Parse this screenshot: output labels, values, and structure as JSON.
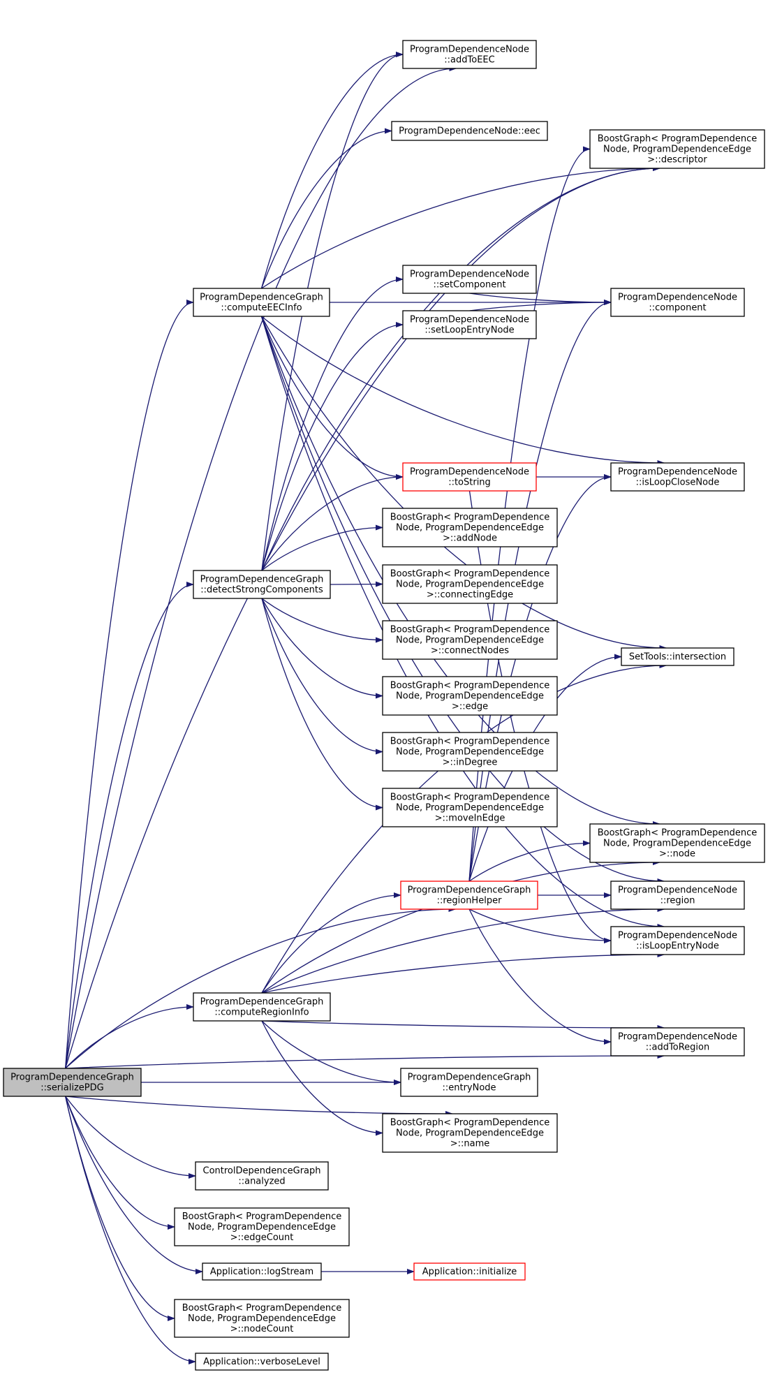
{
  "colors": {
    "edge": "#191970",
    "border": "#000000",
    "border_highlight": "#ff0000",
    "fill": "#ffffff",
    "fill_root": "#bfbfbf",
    "text": "#000000"
  },
  "nodes": [
    {
      "id": "serializePDG",
      "lines": [
        "ProgramDependenceGraph",
        "::serializePDG"
      ],
      "style": "root"
    },
    {
      "id": "computeEECInfo",
      "lines": [
        "ProgramDependenceGraph",
        "::computeEECInfo"
      ],
      "style": "normal"
    },
    {
      "id": "detectStrongComponents",
      "lines": [
        "ProgramDependenceGraph",
        "::detectStrongComponents"
      ],
      "style": "normal"
    },
    {
      "id": "computeRegionInfo",
      "lines": [
        "ProgramDependenceGraph",
        "::computeRegionInfo"
      ],
      "style": "normal"
    },
    {
      "id": "cdgAnalyzed",
      "lines": [
        "ControlDependenceGraph",
        "::analyzed"
      ],
      "style": "normal"
    },
    {
      "id": "edgeCount",
      "lines": [
        "BoostGraph< ProgramDependence",
        "Node, ProgramDependenceEdge",
        ">::edgeCount"
      ],
      "style": "normal"
    },
    {
      "id": "logStream",
      "lines": [
        "Application::logStream"
      ],
      "style": "normal"
    },
    {
      "id": "nodeCount",
      "lines": [
        "BoostGraph< ProgramDependence",
        "Node, ProgramDependenceEdge",
        ">::nodeCount"
      ],
      "style": "normal"
    },
    {
      "id": "verboseLevel",
      "lines": [
        "Application::verboseLevel"
      ],
      "style": "normal"
    },
    {
      "id": "addToEEC",
      "lines": [
        "ProgramDependenceNode",
        "::addToEEC"
      ],
      "style": "normal"
    },
    {
      "id": "eec",
      "lines": [
        "ProgramDependenceNode::eec"
      ],
      "style": "normal"
    },
    {
      "id": "setComponent",
      "lines": [
        "ProgramDependenceNode",
        "::setComponent"
      ],
      "style": "normal"
    },
    {
      "id": "setLoopEntryNode",
      "lines": [
        "ProgramDependenceNode",
        "::setLoopEntryNode"
      ],
      "style": "normal"
    },
    {
      "id": "toString",
      "lines": [
        "ProgramDependenceNode",
        "::toString"
      ],
      "style": "highlight"
    },
    {
      "id": "addNode",
      "lines": [
        "BoostGraph< ProgramDependence",
        "Node, ProgramDependenceEdge",
        ">::addNode"
      ],
      "style": "normal"
    },
    {
      "id": "connectingEdge",
      "lines": [
        "BoostGraph< ProgramDependence",
        "Node, ProgramDependenceEdge",
        ">::connectingEdge"
      ],
      "style": "normal"
    },
    {
      "id": "connectNodes",
      "lines": [
        "BoostGraph< ProgramDependence",
        "Node, ProgramDependenceEdge",
        ">::connectNodes"
      ],
      "style": "normal"
    },
    {
      "id": "edge",
      "lines": [
        "BoostGraph< ProgramDependence",
        "Node, ProgramDependenceEdge",
        ">::edge"
      ],
      "style": "normal"
    },
    {
      "id": "inDegree",
      "lines": [
        "BoostGraph< ProgramDependence",
        "Node, ProgramDependenceEdge",
        ">::inDegree"
      ],
      "style": "normal"
    },
    {
      "id": "moveInEdge",
      "lines": [
        "BoostGraph< ProgramDependence",
        "Node, ProgramDependenceEdge",
        ">::moveInEdge"
      ],
      "style": "normal"
    },
    {
      "id": "regionHelper",
      "lines": [
        "ProgramDependenceGraph",
        "::regionHelper"
      ],
      "style": "highlight"
    },
    {
      "id": "entryNode",
      "lines": [
        "ProgramDependenceGraph",
        "::entryNode"
      ],
      "style": "normal"
    },
    {
      "id": "name",
      "lines": [
        "BoostGraph< ProgramDependence",
        "Node, ProgramDependenceEdge",
        ">::name"
      ],
      "style": "normal"
    },
    {
      "id": "initialize",
      "lines": [
        "Application::initialize"
      ],
      "style": "highlight"
    },
    {
      "id": "descriptor",
      "lines": [
        "BoostGraph< ProgramDependence",
        "Node, ProgramDependenceEdge",
        ">::descriptor"
      ],
      "style": "normal"
    },
    {
      "id": "component",
      "lines": [
        "ProgramDependenceNode",
        "::component"
      ],
      "style": "normal"
    },
    {
      "id": "isLoopCloseNode",
      "lines": [
        "ProgramDependenceNode",
        "::isLoopCloseNode"
      ],
      "style": "normal"
    },
    {
      "id": "intersection",
      "lines": [
        "SetTools::intersection"
      ],
      "style": "normal"
    },
    {
      "id": "node",
      "lines": [
        "BoostGraph< ProgramDependence",
        "Node, ProgramDependenceEdge",
        ">::node"
      ],
      "style": "normal"
    },
    {
      "id": "region",
      "lines": [
        "ProgramDependenceNode",
        "::region"
      ],
      "style": "normal"
    },
    {
      "id": "isLoopEntryNode",
      "lines": [
        "ProgramDependenceNode",
        "::isLoopEntryNode"
      ],
      "style": "normal"
    },
    {
      "id": "addToRegion",
      "lines": [
        "ProgramDependenceNode",
        "::addToRegion"
      ],
      "style": "normal"
    }
  ],
  "edges": [
    [
      "serializePDG",
      "descriptor"
    ],
    [
      "serializePDG",
      "computeEECInfo"
    ],
    [
      "serializePDG",
      "detectStrongComponents"
    ],
    [
      "serializePDG",
      "regionHelper"
    ],
    [
      "serializePDG",
      "computeRegionInfo"
    ],
    [
      "serializePDG",
      "entryNode"
    ],
    [
      "serializePDG",
      "name"
    ],
    [
      "serializePDG",
      "addToRegion"
    ],
    [
      "serializePDG",
      "cdgAnalyzed"
    ],
    [
      "serializePDG",
      "edgeCount"
    ],
    [
      "serializePDG",
      "logStream"
    ],
    [
      "serializePDG",
      "nodeCount"
    ],
    [
      "serializePDG",
      "verboseLevel"
    ],
    [
      "serializePDG",
      "addToEEC"
    ],
    [
      "computeEECInfo",
      "addToEEC"
    ],
    [
      "computeEECInfo",
      "descriptor"
    ],
    [
      "computeEECInfo",
      "eec"
    ],
    [
      "computeEECInfo",
      "component"
    ],
    [
      "computeEECInfo",
      "isLoopCloseNode"
    ],
    [
      "computeEECInfo",
      "toString"
    ],
    [
      "computeEECInfo",
      "intersection"
    ],
    [
      "computeEECInfo",
      "node"
    ],
    [
      "computeEECInfo",
      "region"
    ],
    [
      "computeEECInfo",
      "isLoopEntryNode"
    ],
    [
      "detectStrongComponents",
      "descriptor"
    ],
    [
      "detectStrongComponents",
      "addToEEC"
    ],
    [
      "detectStrongComponents",
      "setComponent"
    ],
    [
      "detectStrongComponents",
      "setLoopEntryNode"
    ],
    [
      "detectStrongComponents",
      "toString"
    ],
    [
      "detectStrongComponents",
      "addNode"
    ],
    [
      "detectStrongComponents",
      "connectingEdge"
    ],
    [
      "detectStrongComponents",
      "connectNodes"
    ],
    [
      "detectStrongComponents",
      "edge"
    ],
    [
      "detectStrongComponents",
      "inDegree"
    ],
    [
      "detectStrongComponents",
      "moveInEdge"
    ],
    [
      "computeRegionInfo",
      "regionHelper"
    ],
    [
      "computeRegionInfo",
      "entryNode"
    ],
    [
      "computeRegionInfo",
      "name"
    ],
    [
      "computeRegionInfo",
      "addToRegion"
    ],
    [
      "computeRegionInfo",
      "node"
    ],
    [
      "computeRegionInfo",
      "region"
    ],
    [
      "computeRegionInfo",
      "isLoopEntryNode"
    ],
    [
      "computeRegionInfo",
      "intersection"
    ],
    [
      "regionHelper",
      "descriptor"
    ],
    [
      "regionHelper",
      "component"
    ],
    [
      "regionHelper",
      "isLoopCloseNode"
    ],
    [
      "regionHelper",
      "node"
    ],
    [
      "regionHelper",
      "region"
    ],
    [
      "regionHelper",
      "isLoopEntryNode"
    ],
    [
      "regionHelper",
      "addToRegion"
    ],
    [
      "regionHelper",
      "intersection"
    ],
    [
      "setComponent",
      "component"
    ],
    [
      "setLoopEntryNode",
      "component"
    ],
    [
      "toString",
      "isLoopCloseNode"
    ],
    [
      "toString",
      "isLoopEntryNode"
    ],
    [
      "logStream",
      "initialize"
    ]
  ]
}
